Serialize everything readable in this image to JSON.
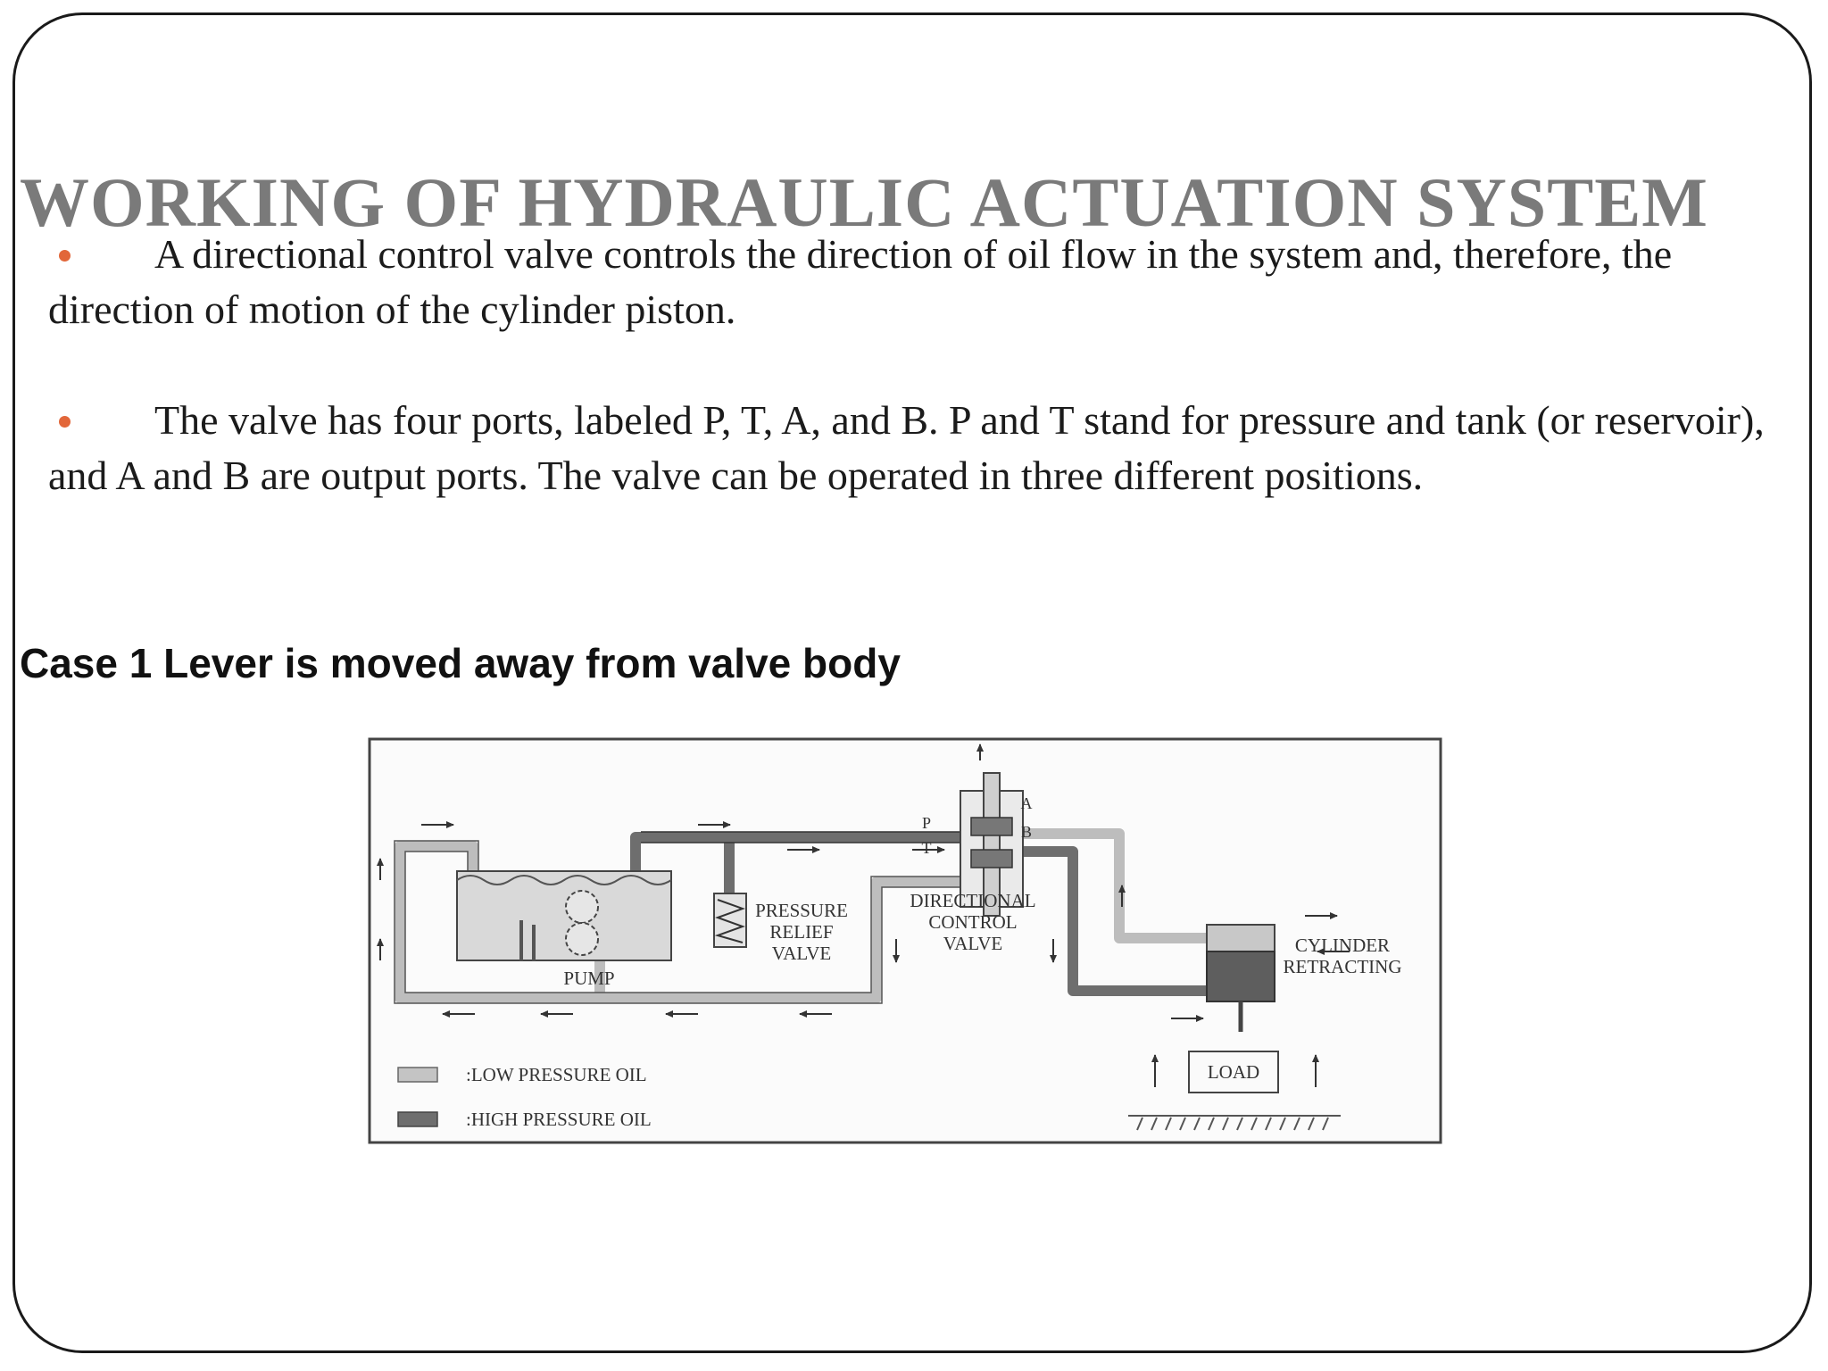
{
  "slide": {
    "title": "WORKING OF HYDRAULIC ACTUATION SYSTEM",
    "bullets": [
      {
        "text": "A directional control valve controls the direction of oil flow in the system and, therefore, the direction of motion of the cylinder piston."
      },
      {
        "text": "The valve has four ports, labeled P, T, A, and B. P and T stand for pressure and tank (or reservoir), and A and B are output ports. The valve can be operated in three different positions."
      }
    ],
    "case_label": "Case 1 Lever is moved away from valve body"
  },
  "diagram": {
    "labels": {
      "pump": "PUMP",
      "pressure_relief_1": "PRESSURE",
      "pressure_relief_2": "RELIEF",
      "pressure_relief_3": "VALVE",
      "dcv_1": "DIRECTIONAL",
      "dcv_2": "CONTROL",
      "dcv_3": "VALVE",
      "cylinder_1": "CYLINDER",
      "cylinder_2": "RETRACTING",
      "load": "LOAD",
      "port_p": "P",
      "port_t": "T",
      "port_a": "A",
      "port_b": "B"
    },
    "legend": [
      {
        "label": ":LOW PRESSURE OIL",
        "color": "#c4c4c4"
      },
      {
        "label": ":HIGH PRESSURE OIL",
        "color": "#6e6e6e"
      }
    ]
  },
  "colors": {
    "title": "#7a7a7a",
    "bullet": "#e2673a",
    "text": "#1b1b1b"
  }
}
